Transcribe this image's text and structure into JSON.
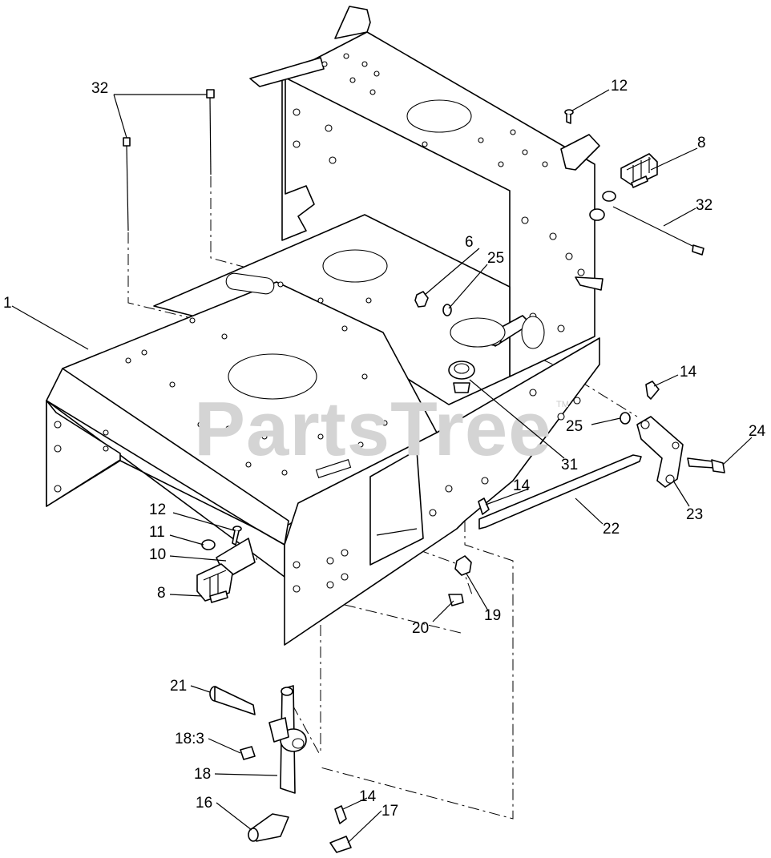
{
  "watermark": {
    "text": "PartsTree",
    "trademark": "TM"
  },
  "callouts": [
    {
      "id": "c-32a",
      "label": "32"
    },
    {
      "id": "c-12a",
      "label": "12"
    },
    {
      "id": "c-8a",
      "label": "8"
    },
    {
      "id": "c-32b",
      "label": "32"
    },
    {
      "id": "c-1",
      "label": "1"
    },
    {
      "id": "c-6",
      "label": "6"
    },
    {
      "id": "c-25a",
      "label": "25"
    },
    {
      "id": "c-14a",
      "label": "14"
    },
    {
      "id": "c-25b",
      "label": "25"
    },
    {
      "id": "c-24",
      "label": "24"
    },
    {
      "id": "c-31",
      "label": "31"
    },
    {
      "id": "c-14b",
      "label": "14"
    },
    {
      "id": "c-23",
      "label": "23"
    },
    {
      "id": "c-22",
      "label": "22"
    },
    {
      "id": "c-12b",
      "label": "12"
    },
    {
      "id": "c-11",
      "label": "11"
    },
    {
      "id": "c-10",
      "label": "10"
    },
    {
      "id": "c-8b",
      "label": "8"
    },
    {
      "id": "c-19",
      "label": "19"
    },
    {
      "id": "c-20",
      "label": "20"
    },
    {
      "id": "c-21",
      "label": "21"
    },
    {
      "id": "c-18-3",
      "label": "18:3"
    },
    {
      "id": "c-18",
      "label": "18"
    },
    {
      "id": "c-14c",
      "label": "14"
    },
    {
      "id": "c-16",
      "label": "16"
    },
    {
      "id": "c-17",
      "label": "17"
    }
  ]
}
